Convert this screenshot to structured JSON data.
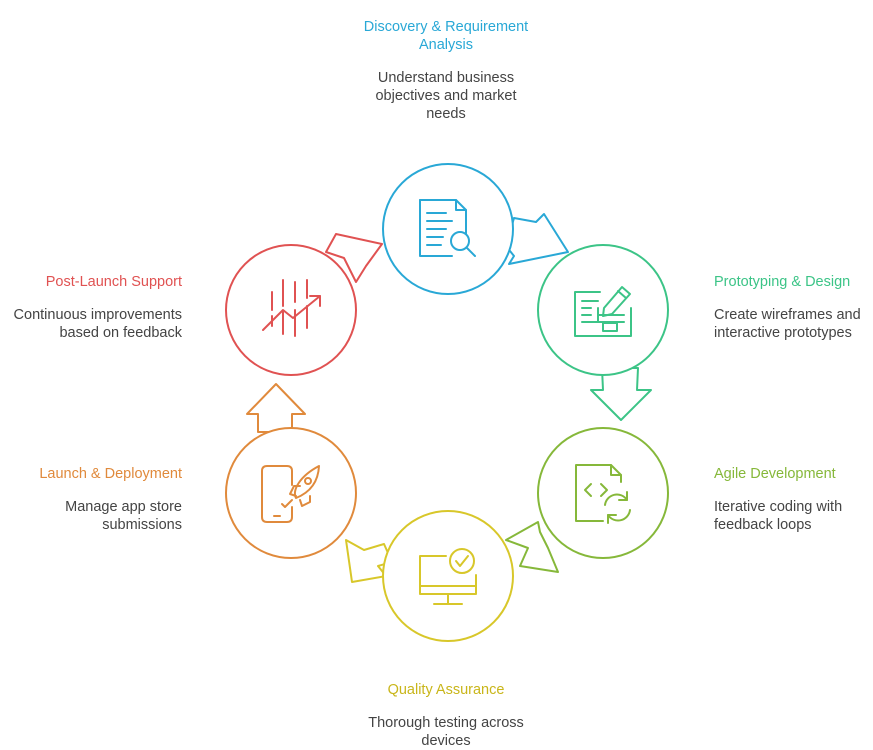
{
  "stages": [
    {
      "id": "discovery",
      "title": "Discovery & Requirement\nAnalysis",
      "description": "Understand business\nobjectives and market\nneeds",
      "color": "#29a8d6",
      "icon": "document-search-icon"
    },
    {
      "id": "prototyping",
      "title": "Prototyping & Design",
      "description": "Create wireframes and\ninteractive prototypes",
      "color": "#3cc487",
      "icon": "wireframe-pencil-icon"
    },
    {
      "id": "agile",
      "title": "Agile Development",
      "description": "Iterative coding with\nfeedback loops",
      "color": "#86b83a",
      "icon": "code-file-refresh-icon"
    },
    {
      "id": "qa",
      "title": "Quality Assurance",
      "description": "Thorough testing across\ndevices",
      "color": "#d8c72a",
      "icon": "monitor-check-icon"
    },
    {
      "id": "launch",
      "title": "Launch & Deployment",
      "description": "Manage app store\nsubmissions",
      "color": "#e08a3c",
      "icon": "phone-rocket-icon"
    },
    {
      "id": "support",
      "title": "Post-Launch Support",
      "description": "Continuous improvements\nbased on feedback",
      "color": "#e05252",
      "icon": "trend-chart-icon"
    }
  ]
}
